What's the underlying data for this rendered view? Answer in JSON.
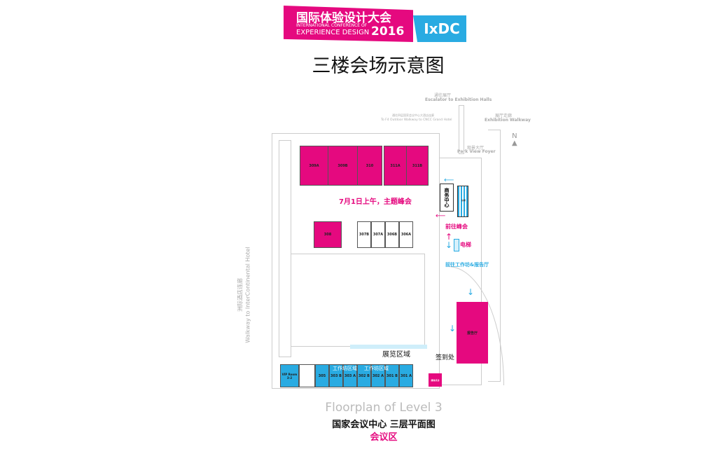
{
  "logo": {
    "cn": "国际体验设计大会",
    "en1": "INTERNATIONAL CONFERENCE OF",
    "en2": "EXPERIENCE DESIGN",
    "year": "2016",
    "brand": "IxDC"
  },
  "title": "三楼会场示意图",
  "annotations": {
    "escalator_cn": "通往展厅",
    "escalator_en": "Escalator to Exhibition Halls",
    "outdoor_cn": "通往四层国家会议中心大酒店连廊",
    "outdoor_en": "To F4 Outdoor Walkway to CNCC Grand Hotel",
    "walkway_cn": "展厅走廊",
    "walkway_en": "Exhibition Walkway",
    "foyer_cn": "观景大厅",
    "foyer_en": "Park View Foyer",
    "north": "N",
    "hotel_cn": "洲际酒店连廊",
    "hotel_en": "Walkway to InterContinental Hotel"
  },
  "top_rooms": [
    "309A",
    "309B",
    "310",
    "311A",
    "311B"
  ],
  "summit_note": "7月1日上午，主题峰会",
  "business_center": "商务中心",
  "escalator_label": "扶梯",
  "room_308": "308",
  "mid_rooms": [
    "307B",
    "307A",
    "306B",
    "306A"
  ],
  "to_summit": "前往峰会",
  "elevator": "电梯",
  "to_workshop": "前往工作坊&报告厅",
  "auditorium": "报告厅",
  "exhibition": "展览区域",
  "checkin": "签到处",
  "meeting_room": "媒体采访",
  "bottom_rooms": {
    "vip": "VIP Room 3-2",
    "rooms": [
      "305",
      "303 B",
      "303 A",
      "302 B",
      "302 A",
      "301 B",
      "301 A"
    ],
    "workshop_label": "工作坊区域"
  },
  "footer": {
    "en": "Floorplan of Level 3",
    "cn": "国家会议中心 三层平面图",
    "zone": "会议区"
  },
  "colors": {
    "pink": "#e5097f",
    "blue": "#29abe2"
  }
}
